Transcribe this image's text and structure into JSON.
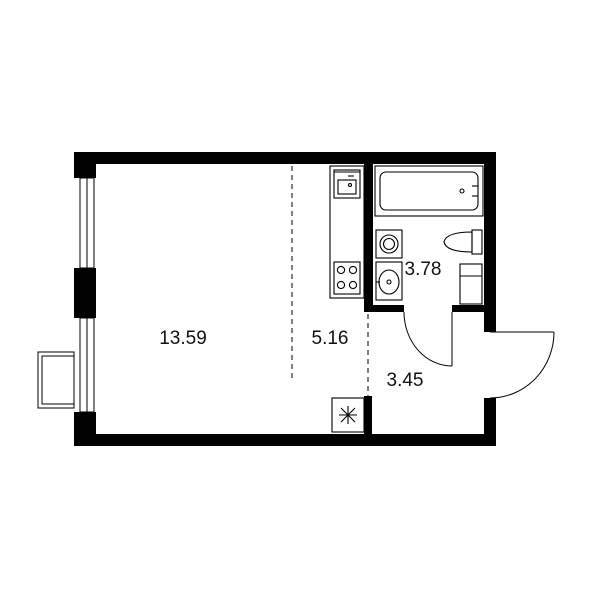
{
  "rooms": [
    {
      "id": "living",
      "area": "13.59"
    },
    {
      "id": "kitchen",
      "area": "5.16"
    },
    {
      "id": "bathroom",
      "area": "3.78"
    },
    {
      "id": "hall",
      "area": "3.45"
    }
  ],
  "colors": {
    "wall": "#000000",
    "background": "#ffffff",
    "text": "#111111"
  }
}
